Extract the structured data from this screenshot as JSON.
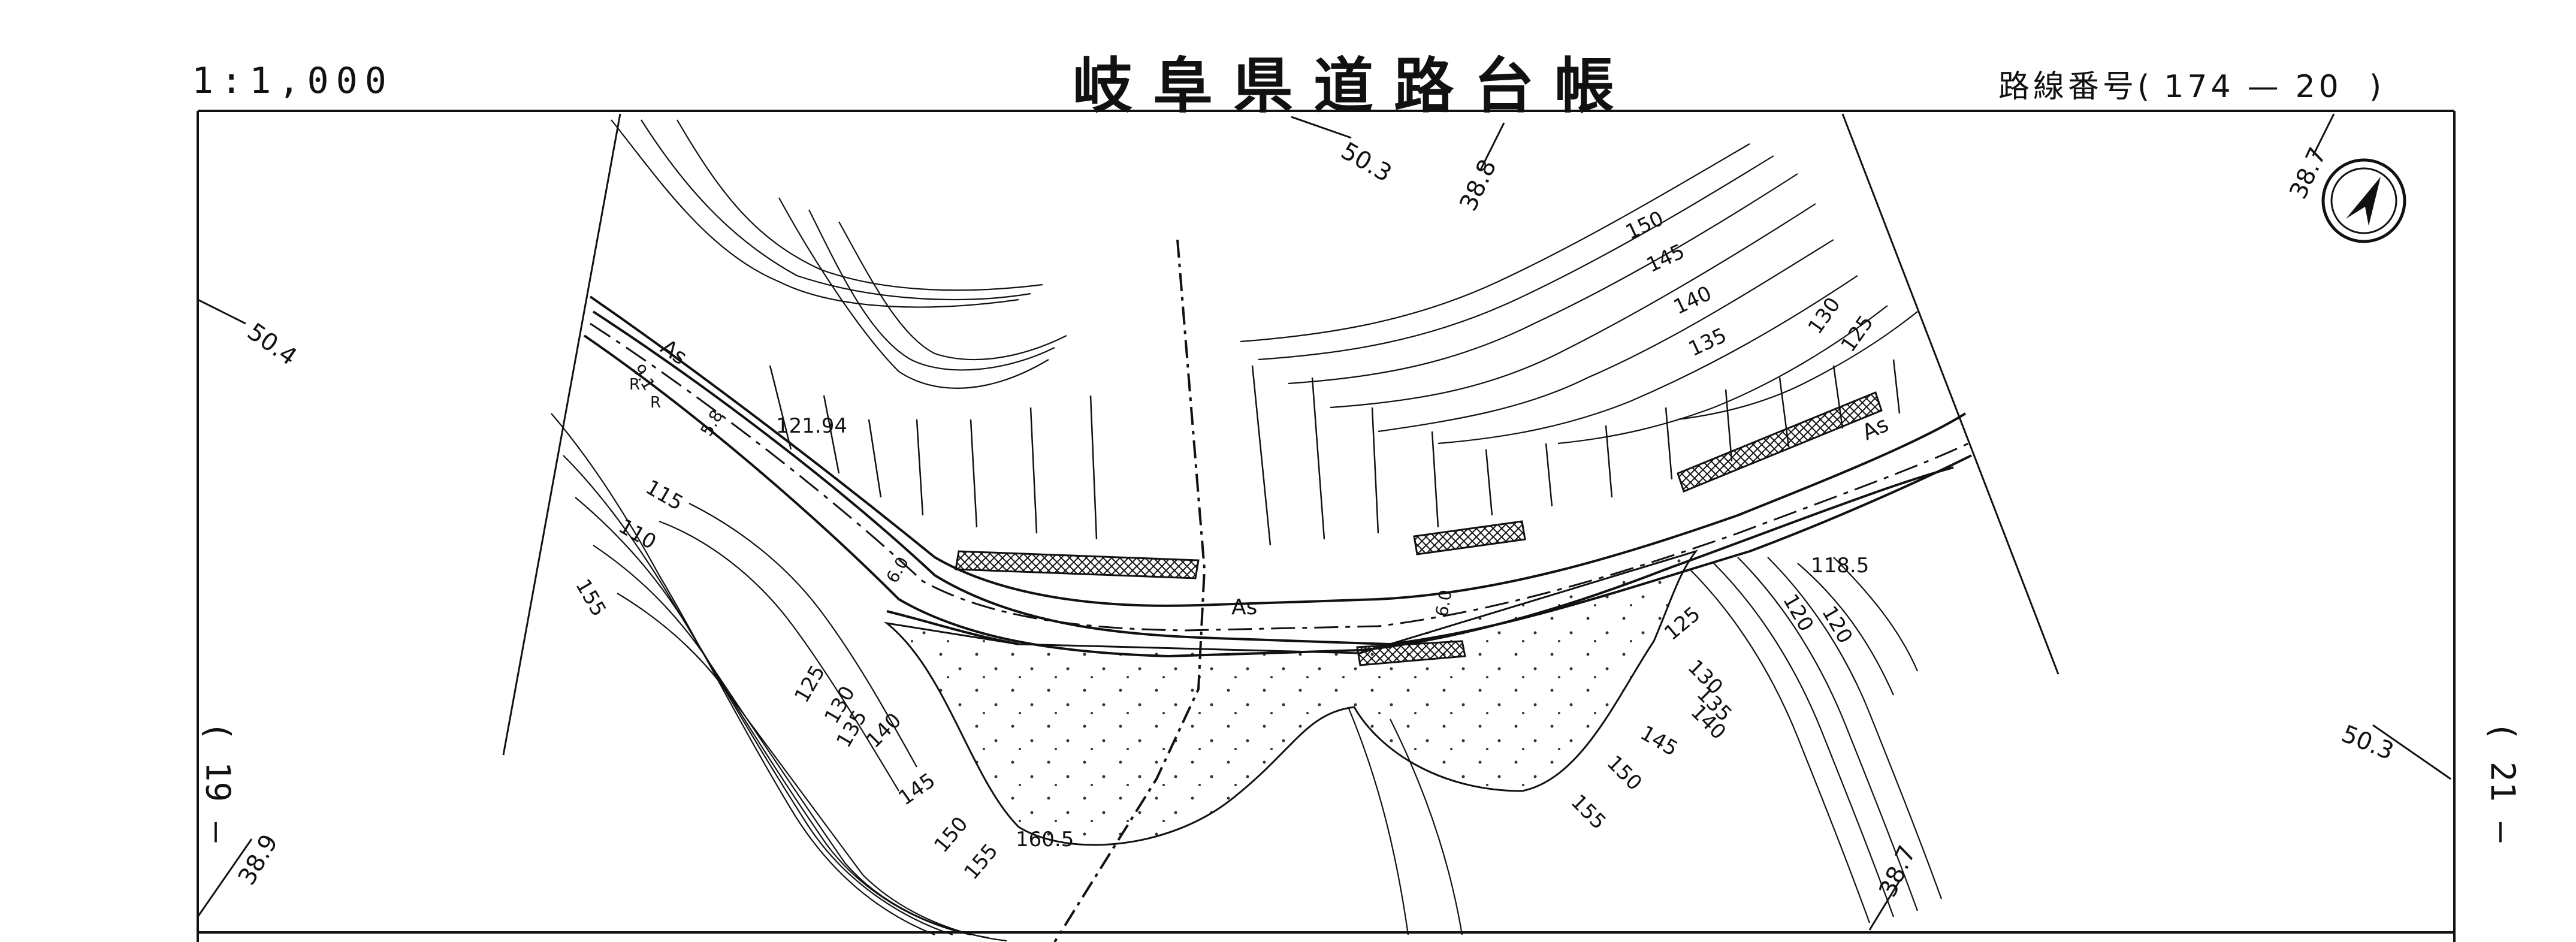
{
  "header": {
    "scale": "1:1,000",
    "title": "岐阜県道路台帳",
    "route_label": "路線番号",
    "route_open": "(",
    "route_number": "174",
    "route_sep": "—",
    "route_sheet": "20",
    "route_close": ")"
  },
  "adjacent_sheets": {
    "left": "( 19 —",
    "right": "( 21 —"
  },
  "grid_marks": [
    "50.3",
    "38.8",
    "38.7",
    "50.4",
    "50.3",
    "38.9",
    "38.7"
  ],
  "spot_elevations": [
    "121.94",
    "118.5",
    "160.5"
  ],
  "contour_labels": [
    "150",
    "145",
    "140",
    "135",
    "130",
    "125",
    "120",
    "115",
    "110",
    "155",
    "125",
    "130",
    "135",
    "140",
    "145",
    "150",
    "155",
    "130",
    "135",
    "140",
    "145",
    "150",
    "155",
    "125",
    "120"
  ],
  "road_annotations": {
    "surface": [
      "As",
      "As",
      "As"
    ],
    "widths": [
      "6.0",
      "6.0",
      "5.8",
      "9.1"
    ],
    "markers": [
      "R",
      "R"
    ]
  },
  "north_arrow": "north-arrow-icon"
}
